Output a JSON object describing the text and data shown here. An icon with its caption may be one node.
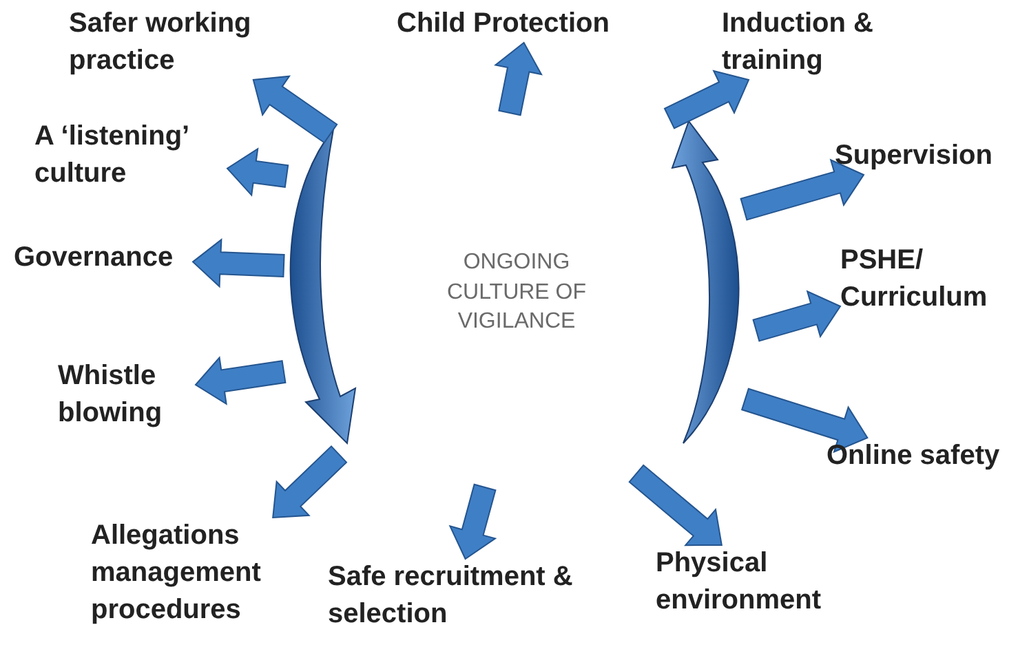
{
  "diagram": {
    "nodes": [
      {
        "text": [
          "ONGOING CULTURE OF VIGILANCE"
        ]
      },
      {
        "text": [
          "Safer working practice"
        ]
      },
      {
        "text": [
          "Child Protection"
        ]
      },
      {
        "text": [
          "Induction & training"
        ]
      },
      {
        "text": [
          "A ‘listening’ culture"
        ]
      },
      {
        "text": [
          "Supervision"
        ]
      },
      {
        "text": [
          "Governance"
        ]
      },
      {
        "text": [
          "PSHE/ Curriculum"
        ]
      },
      {
        "text": [
          "Whistle blowing"
        ]
      },
      {
        "text": [
          "Online safety"
        ]
      },
      {
        "text": [
          "Allegations management procedures"
        ]
      },
      {
        "text": [
          "Safe recruitment & selection"
        ]
      },
      {
        "text": [
          "Physical environment"
        ]
      }
    ],
    "edges": [
      {
        "from": null,
        "to": 1,
        "arrow": "to"
      },
      {
        "from": null,
        "to": 2,
        "arrow": "to"
      },
      {
        "from": null,
        "to": 3,
        "arrow": "to"
      },
      {
        "from": null,
        "to": 4,
        "arrow": "to"
      },
      {
        "from": null,
        "to": 5,
        "arrow": "to"
      },
      {
        "from": null,
        "to": 6,
        "arrow": "to"
      },
      {
        "from": null,
        "to": 7,
        "arrow": "to"
      },
      {
        "from": null,
        "to": 8,
        "arrow": "to"
      },
      {
        "from": null,
        "to": 9,
        "arrow": "to"
      },
      {
        "from": null,
        "to": 10,
        "arrow": "to"
      },
      {
        "from": null,
        "to": 11,
        "arrow": "to"
      },
      {
        "from": null,
        "to": 12,
        "arrow": "to"
      }
    ]
  }
}
